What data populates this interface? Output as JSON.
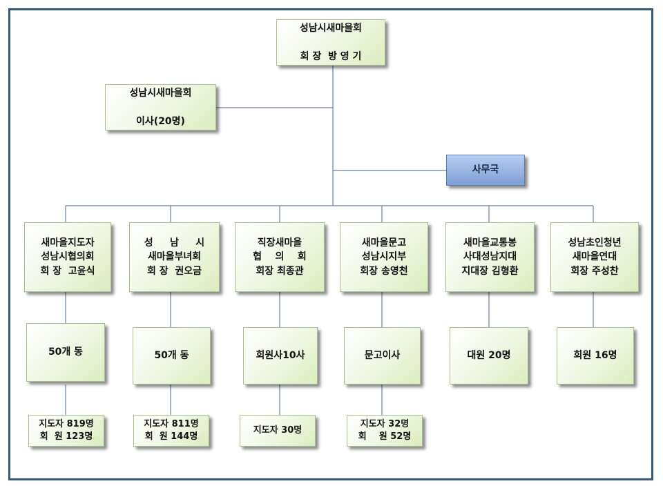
{
  "top": {
    "line1": "성남시새마을회",
    "line2": "회 장  방 영 기"
  },
  "board": {
    "line1": "성남시새마을회",
    "line2": "이사(20명)"
  },
  "secretariat": {
    "label": "사무국"
  },
  "branches": [
    {
      "head": "새마을지도자\n성남시협의회\n회 장  고윤식",
      "level2": "50개 동",
      "level3": "지도자 819명\n회  원 123명"
    },
    {
      "head": "성     남     시\n새마을부녀회\n회 장  권오금",
      "level2": "50개 동",
      "level3": "지도자 811명\n회  원 144명"
    },
    {
      "head": "직장새마을\n협    의    회\n회장 최종관",
      "level2": "회원사10사",
      "level3": "지도자 30명"
    },
    {
      "head": "새마을문고\n성남시지부\n회장 송영천",
      "level2": "문고이사",
      "level3": "지도자 32명\n회    원 52명"
    },
    {
      "head": "새마을교통봉\n사대성남지대\n지대장 김형환",
      "level2": "대원 20명"
    },
    {
      "head": "성남초인청년\n새마을연대\n회장 주성찬",
      "level2": "회원 16명"
    }
  ],
  "colors": {
    "frame": "#36587a",
    "line": "#6a7f99",
    "box_green": "#dbedbf",
    "box_blue": "#7f9fd6"
  }
}
